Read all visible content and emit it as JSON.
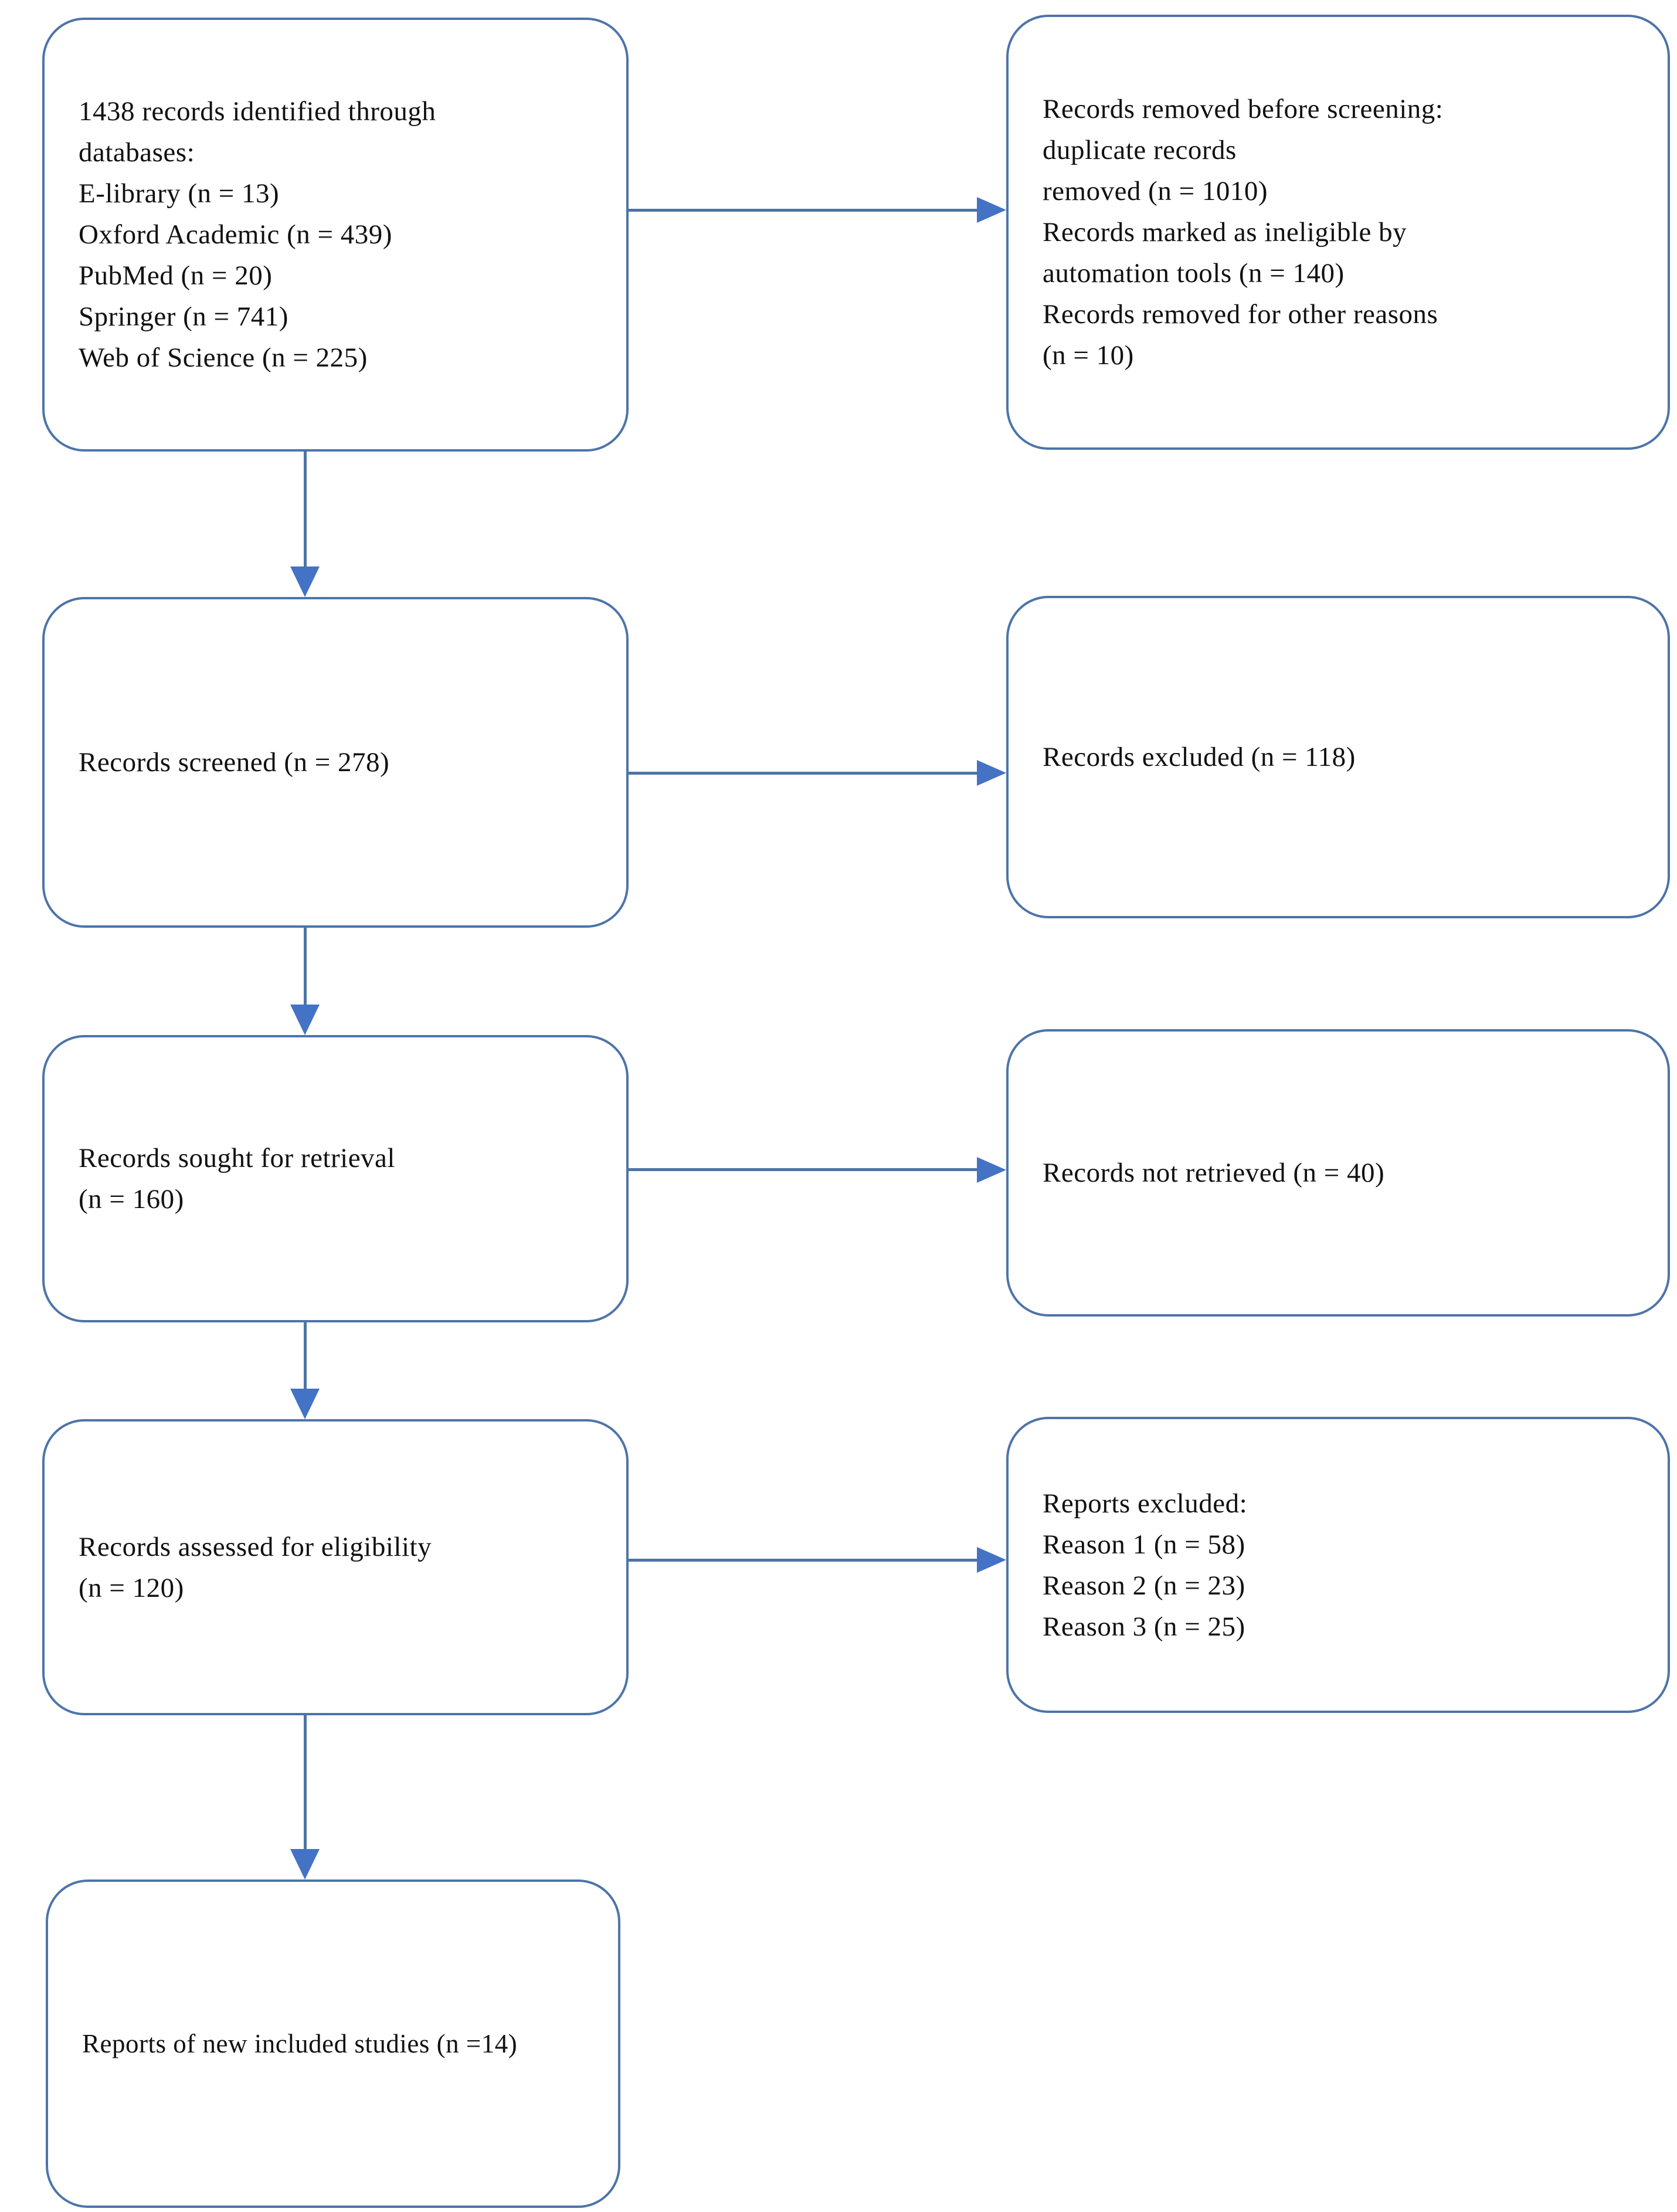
{
  "diagram": {
    "type": "flowchart",
    "subject": "records-screening-flow",
    "colors": {
      "box_border": "#4d74a8",
      "connector_line": "#4d74a8",
      "arrowhead": "#4472c4",
      "text": "#111111",
      "background": "#ffffff"
    },
    "boxes": [
      {
        "id": "records-identified",
        "column": "left",
        "row": 1,
        "lines": [
          "1438 records identified through",
          "databases:",
          "E-library (n = 13)",
          "Oxford Academic (n = 439)",
          "PubMed (n = 20)",
          "Springer (n = 741)",
          "Web of Science (n = 225)"
        ]
      },
      {
        "id": "records-removed-before-screening",
        "column": "right",
        "row": 1,
        "lines": [
          "Records removed before screening:",
          "duplicate records",
          "removed (n = 1010)",
          "Records marked as ineligible by",
          "automation tools (n = 140)",
          "Records removed for other reasons",
          "(n = 10)"
        ]
      },
      {
        "id": "records-screened",
        "column": "left",
        "row": 2,
        "lines": [
          "Records screened (n = 278)"
        ]
      },
      {
        "id": "records-excluded",
        "column": "right",
        "row": 2,
        "lines": [
          "Records excluded (n = 118)"
        ]
      },
      {
        "id": "records-sought-for-retrieval",
        "column": "left",
        "row": 3,
        "lines": [
          "Records sought for retrieval",
          "(n = 160)"
        ]
      },
      {
        "id": "records-not-retrieved",
        "column": "right",
        "row": 3,
        "lines": [
          "Records not retrieved (n = 40)"
        ]
      },
      {
        "id": "records-assessed-for-eligibility",
        "column": "left",
        "row": 4,
        "lines": [
          "Records assessed for eligibility",
          "(n = 120)"
        ]
      },
      {
        "id": "reports-excluded",
        "column": "right",
        "row": 4,
        "lines": [
          "Reports excluded:",
          "Reason 1 (n = 58)",
          "Reason 2 (n = 23)",
          "Reason 3 (n = 25)"
        ]
      },
      {
        "id": "reports-of-new-included-studies",
        "column": "left",
        "row": 5,
        "lines": [
          "Reports of new included studies (n =14)"
        ]
      }
    ],
    "arrows": [
      {
        "from": "records-identified",
        "to": "records-removed-before-screening",
        "direction": "right"
      },
      {
        "from": "records-identified",
        "to": "records-screened",
        "direction": "down"
      },
      {
        "from": "records-screened",
        "to": "records-excluded",
        "direction": "right"
      },
      {
        "from": "records-screened",
        "to": "records-sought-for-retrieval",
        "direction": "down"
      },
      {
        "from": "records-sought-for-retrieval",
        "to": "records-not-retrieved",
        "direction": "right"
      },
      {
        "from": "records-sought-for-retrieval",
        "to": "records-assessed-for-eligibility",
        "direction": "down"
      },
      {
        "from": "records-assessed-for-eligibility",
        "to": "reports-excluded",
        "direction": "right"
      },
      {
        "from": "records-assessed-for-eligibility",
        "to": "reports-of-new-included-studies",
        "direction": "down"
      }
    ]
  }
}
